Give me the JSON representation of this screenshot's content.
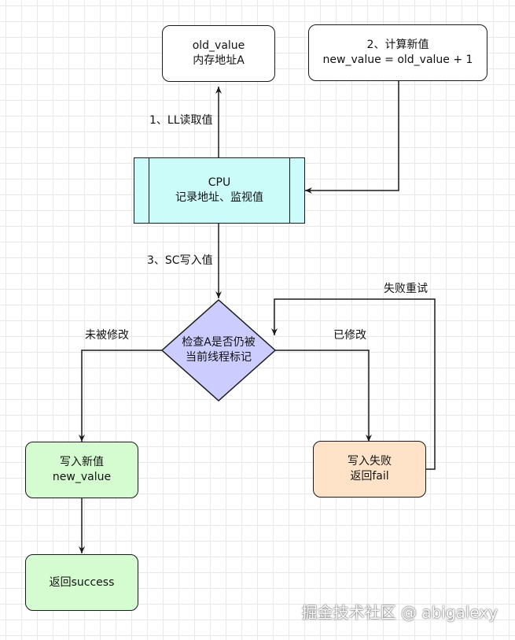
{
  "nodes": {
    "memory": {
      "line1": "old_value",
      "line2": "内存地址A"
    },
    "compute": {
      "line1": "2、计算新值",
      "line2": "new_value = old_value + 1"
    },
    "cpu": {
      "line1": "CPU",
      "line2": "记录地址、监视值"
    },
    "check": {
      "line1": "检查A是否仍被",
      "line2": "当前线程标记"
    },
    "write_new": {
      "line1": "写入新值",
      "line2": "new_value"
    },
    "write_fail": {
      "line1": "写入失败",
      "line2": "返回fail"
    },
    "return_success": {
      "line1": "返回success"
    }
  },
  "edges": {
    "ll_read": "1、LL读取值",
    "sc_write": "3、SC写入值",
    "not_modified": "未被修改",
    "modified": "已修改",
    "retry": "失败重试"
  },
  "colors": {
    "cpu_fill": "#cbfcfa",
    "diamond_fill": "#ccccff",
    "success_fill": "#d5fcd0",
    "fail_fill": "#ffe3c8",
    "stroke": "#1a1a1a"
  },
  "watermark": "掘金技术社区 @ abigalexy"
}
